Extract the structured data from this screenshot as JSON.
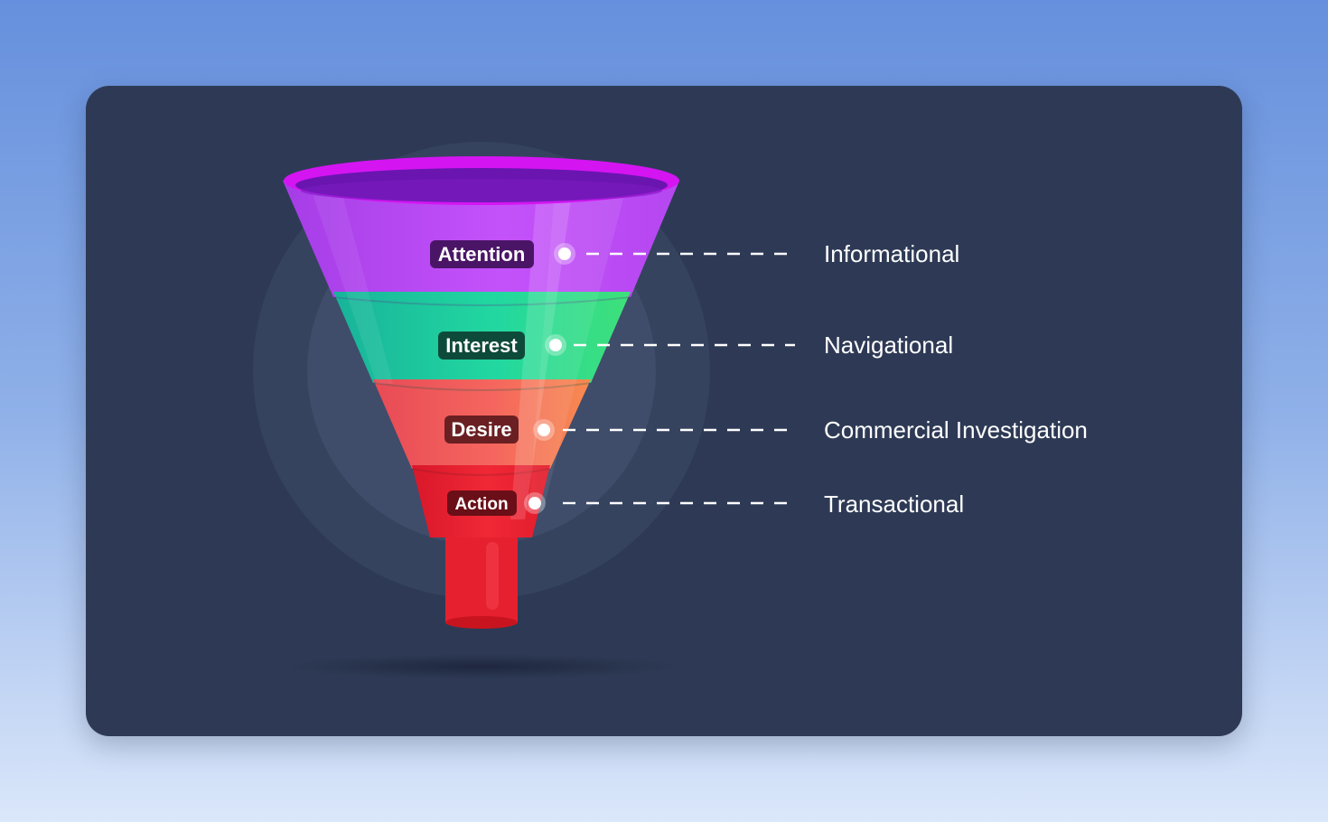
{
  "funnel": {
    "stages": [
      {
        "tag": "Attention",
        "label": "Informational",
        "color": "#c04bf5",
        "tag_bg": "#4a1566"
      },
      {
        "tag": "Interest",
        "label": "Navigational",
        "color": "#22d3a0",
        "tag_bg": "#0e4a3a"
      },
      {
        "tag": "Desire",
        "label": "Commercial Investigation",
        "color": "#f4605e",
        "tag_bg": "#6a1f22"
      },
      {
        "tag": "Action",
        "label": "Transactional",
        "color": "#ee2a36",
        "tag_bg": "#6a0f18"
      }
    ]
  },
  "colors": {
    "background_top": "#6690dd",
    "background_bottom": "#dbe7fa",
    "card": "#2e3a55"
  }
}
